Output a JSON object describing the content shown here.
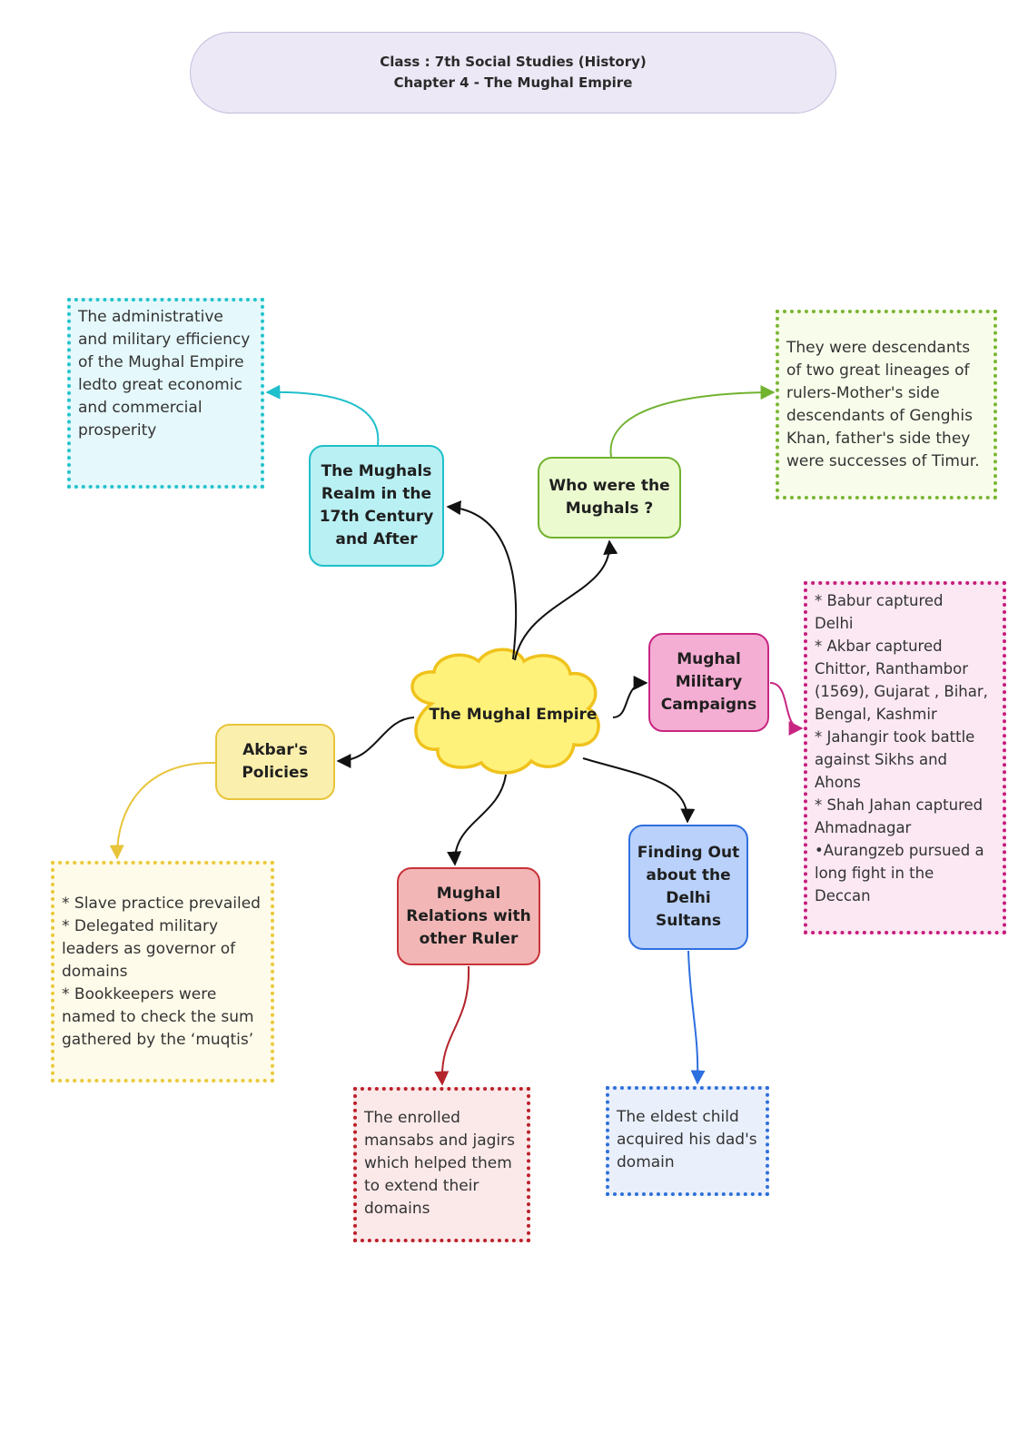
{
  "header": {
    "line1": "Class : 7th Social Studies (History)",
    "line2": "Chapter 4 - The Mughal Empire"
  },
  "center": {
    "label": "The Mughal Empire"
  },
  "topics": {
    "realm": "The Mughals Realm in the 17th Century and After",
    "who": "Who were the Mughals ?",
    "military": "Mughal Military Campaigns",
    "akbar": "Akbar's Policies",
    "relations": "Mughal Relations with other Ruler",
    "finding": "Finding Out about the Delhi Sultans"
  },
  "notes": {
    "realm": "The administrative\nand military efficiency\nof the Mughal Empire\nledto great economic\nand commercial\nprosperity",
    "who": "They were descendants\nof two great lineages of\nrulers-Mother's side\ndescendants of Genghis\nKhan, father's side they\nwere successes of  Timur.",
    "military": "* Babur  captured\nDelhi\n* Akbar captured\nChittor, Ranthambor\n(1569), Gujarat , Bihar,\nBengal, Kashmir\n* Jahangir took battle\nagainst Sikhs and\nAhons\n* Shah Jahan  captured\nAhmadnagar\n•Aurangzeb pursued a\nlong fight in the\nDeccan",
    "akbar": "* Slave practice prevailed\n* Delegated military\nleaders as governor of\ndomains\n* Bookkeepers were\nnamed to check the sum\ngathered by the ‘muqtis’",
    "relations": "The enrolled\nmansabs and jagirs\nwhich helped them\nto extend their\ndomains",
    "finding": "The eldest child\nacquired his dad's\ndomain"
  },
  "colors": {
    "realm": "#1fbfcb",
    "who": "#71b22f",
    "military": "#c82583",
    "akbar": "#e8c43a",
    "relations": "#c9323a",
    "finding": "#2e6fe0",
    "center_fill": "#fff27a",
    "center_border": "#f0c21c"
  }
}
